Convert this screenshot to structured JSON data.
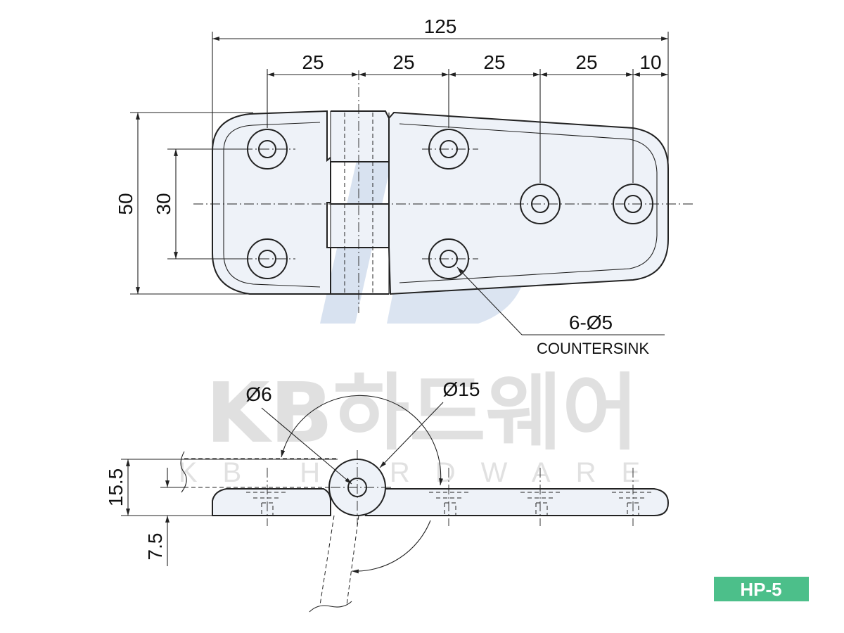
{
  "top_view": {
    "overall_width": "125",
    "hole_spacings": [
      "25",
      "25",
      "25",
      "25"
    ],
    "end_margin": "10",
    "overall_height": "50",
    "hole_row_spacing": "30",
    "hole_note_qty": "6-Ø5",
    "hole_note_type": "COUNTERSINK"
  },
  "side_view": {
    "pin_diameter": "Ø6",
    "knuckle_diameter": "Ø15",
    "total_height": "15.5",
    "pin_center_height": "7.5"
  },
  "watermark": {
    "brand_korean": "KB하드웨어",
    "brand_english": "KB HARDWARE",
    "logo_letters": "KB"
  },
  "badge": {
    "model": "HP-5",
    "color": "#4cbf8a"
  },
  "colors": {
    "line": "#222222",
    "plate_fill": "#eef2f8",
    "logo_blue": "#c8d6ea",
    "watermark_gray": "#d6d6d6"
  }
}
